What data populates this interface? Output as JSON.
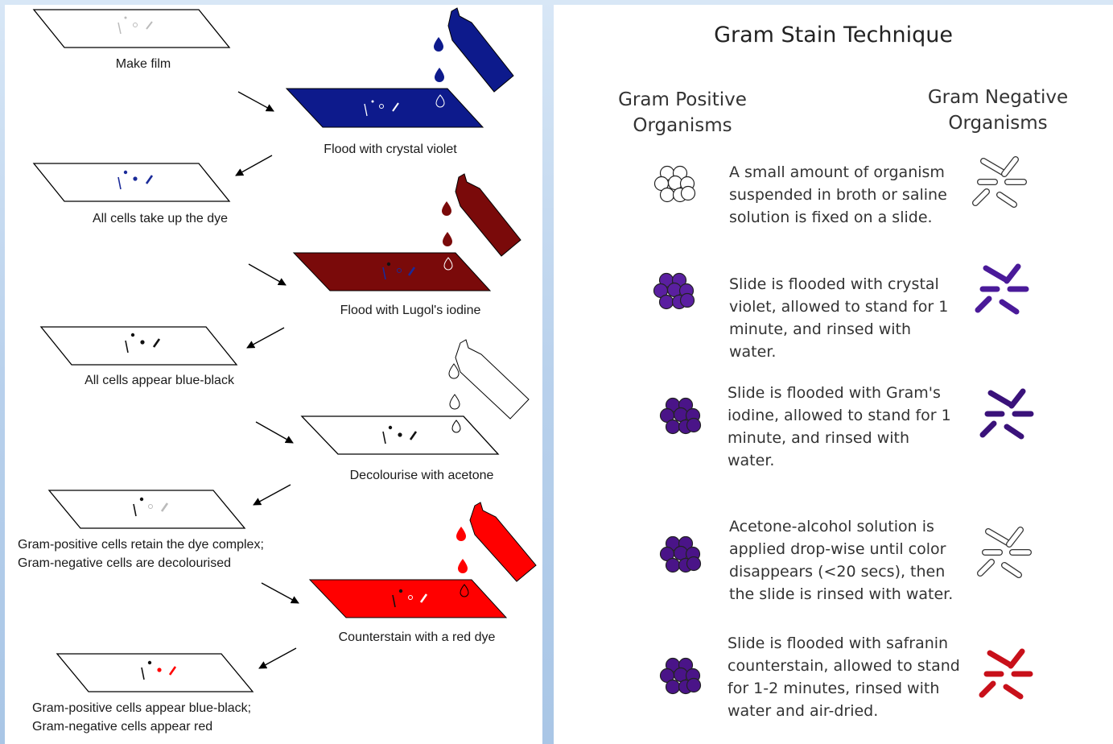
{
  "left_diagram": {
    "labels": {
      "make_film": "Make film",
      "flood_crystal_violet": "Flood with crystal violet",
      "all_cells_take_up": "All cells take up the dye",
      "flood_lugols": "Flood with Lugol's iodine",
      "all_cells_blue_black": "All cells appear blue-black",
      "decolourise": "Decolourise with acetone",
      "gram_pos_retain": "Gram-positive cells retain the dye complex;",
      "gram_neg_decolourised": "Gram-negative cells are decolourised",
      "counterstain": "Counterstain with a red dye",
      "gram_pos_blue_black": "Gram-positive cells appear blue-black;",
      "gram_neg_red": "Gram-negative cells appear red"
    },
    "colors": {
      "crystal_violet": "#0d1a8c",
      "lugols_iodine": "#7a0a0a",
      "counterstain_red": "#ff0000",
      "cell_dark": "#111111",
      "cell_pale": "#bbbbbb"
    }
  },
  "right_diagram": {
    "title": "Gram Stain Technique",
    "positive_header": [
      "Gram Positive",
      "Organisms"
    ],
    "negative_header": [
      "Gram Negative",
      "Organisms"
    ],
    "steps": [
      {
        "lines": [
          "A small amount of organism",
          "suspended in broth or saline",
          "solution is fixed on a slide."
        ],
        "positive_color": "#ffffff",
        "negative_color": "#ffffff"
      },
      {
        "lines": [
          "Slide is flooded with crystal",
          "violet, allowed to stand for 1",
          "minute, and rinsed with",
          "water."
        ],
        "positive_color": "#5a1fa0",
        "negative_color": "#4a1a99"
      },
      {
        "lines": [
          "Slide is flooded with Gram's",
          "iodine, allowed to stand for 1",
          "minute, and rinsed with",
          "water."
        ],
        "positive_color": "#4a1488",
        "negative_color": "#3a127a"
      },
      {
        "lines": [
          "Acetone-alcohol solution is",
          "applied drop-wise until color",
          "disappears (<20 secs), then",
          "the slide is rinsed with water."
        ],
        "positive_color": "#4a1488",
        "negative_color": "#ffffff"
      },
      {
        "lines": [
          "Slide is flooded with safranin",
          "counterstain, allowed to stand",
          "for 1-2 minutes, rinsed with",
          "water and air-dried."
        ],
        "positive_color": "#4a1488",
        "negative_color": "#c8101a"
      }
    ]
  }
}
